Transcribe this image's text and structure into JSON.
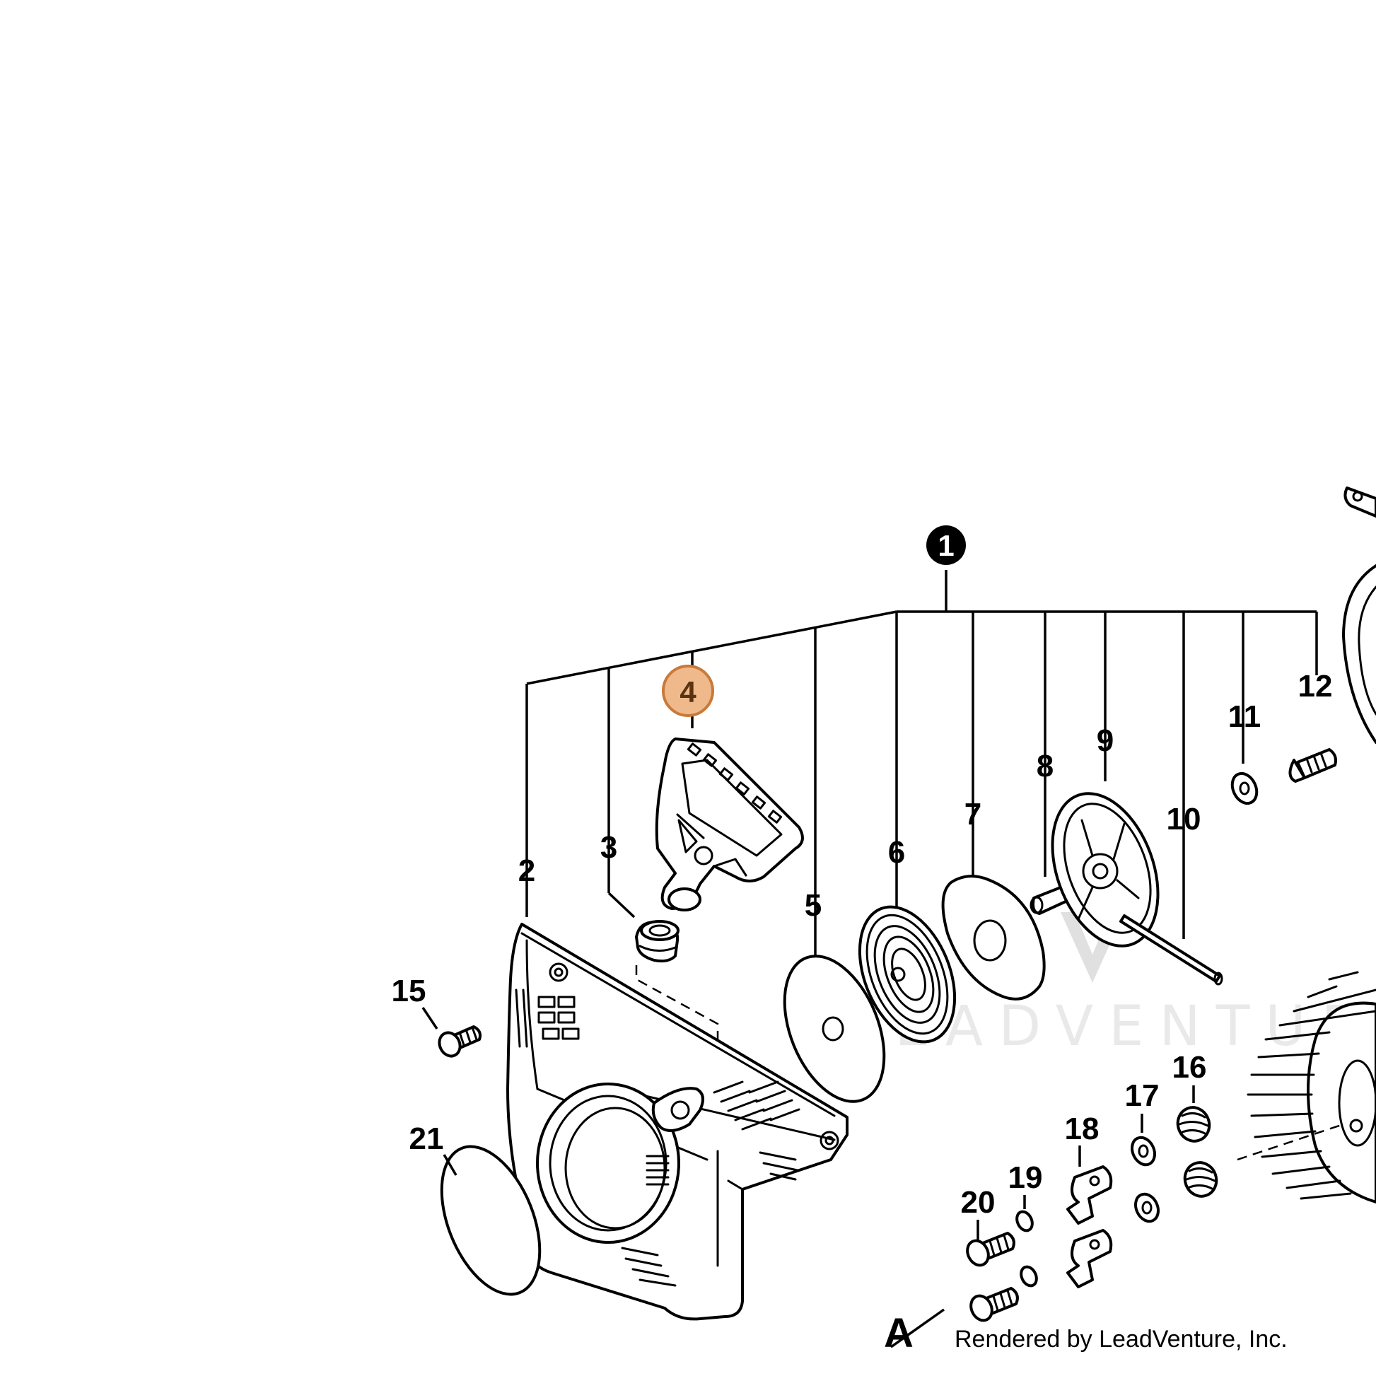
{
  "diagram": {
    "assembly_label": "1",
    "highlighted_part": "4",
    "highlight_color": "#f0b98c",
    "highlight_stroke": "#c87a3a",
    "watermark": "LEADVENTURE",
    "reference_marker": "A",
    "credit": "Rendered by LeadVenture, Inc.",
    "callouts": {
      "c2": "2",
      "c3": "3",
      "c5": "5",
      "c6": "6",
      "c7": "7",
      "c8": "8",
      "c9": "9",
      "c10": "10",
      "c11": "11",
      "c12": "12",
      "c15": "15",
      "c16": "16",
      "c17": "17",
      "c18": "18",
      "c19": "19",
      "c20": "20",
      "c21": "21"
    }
  }
}
